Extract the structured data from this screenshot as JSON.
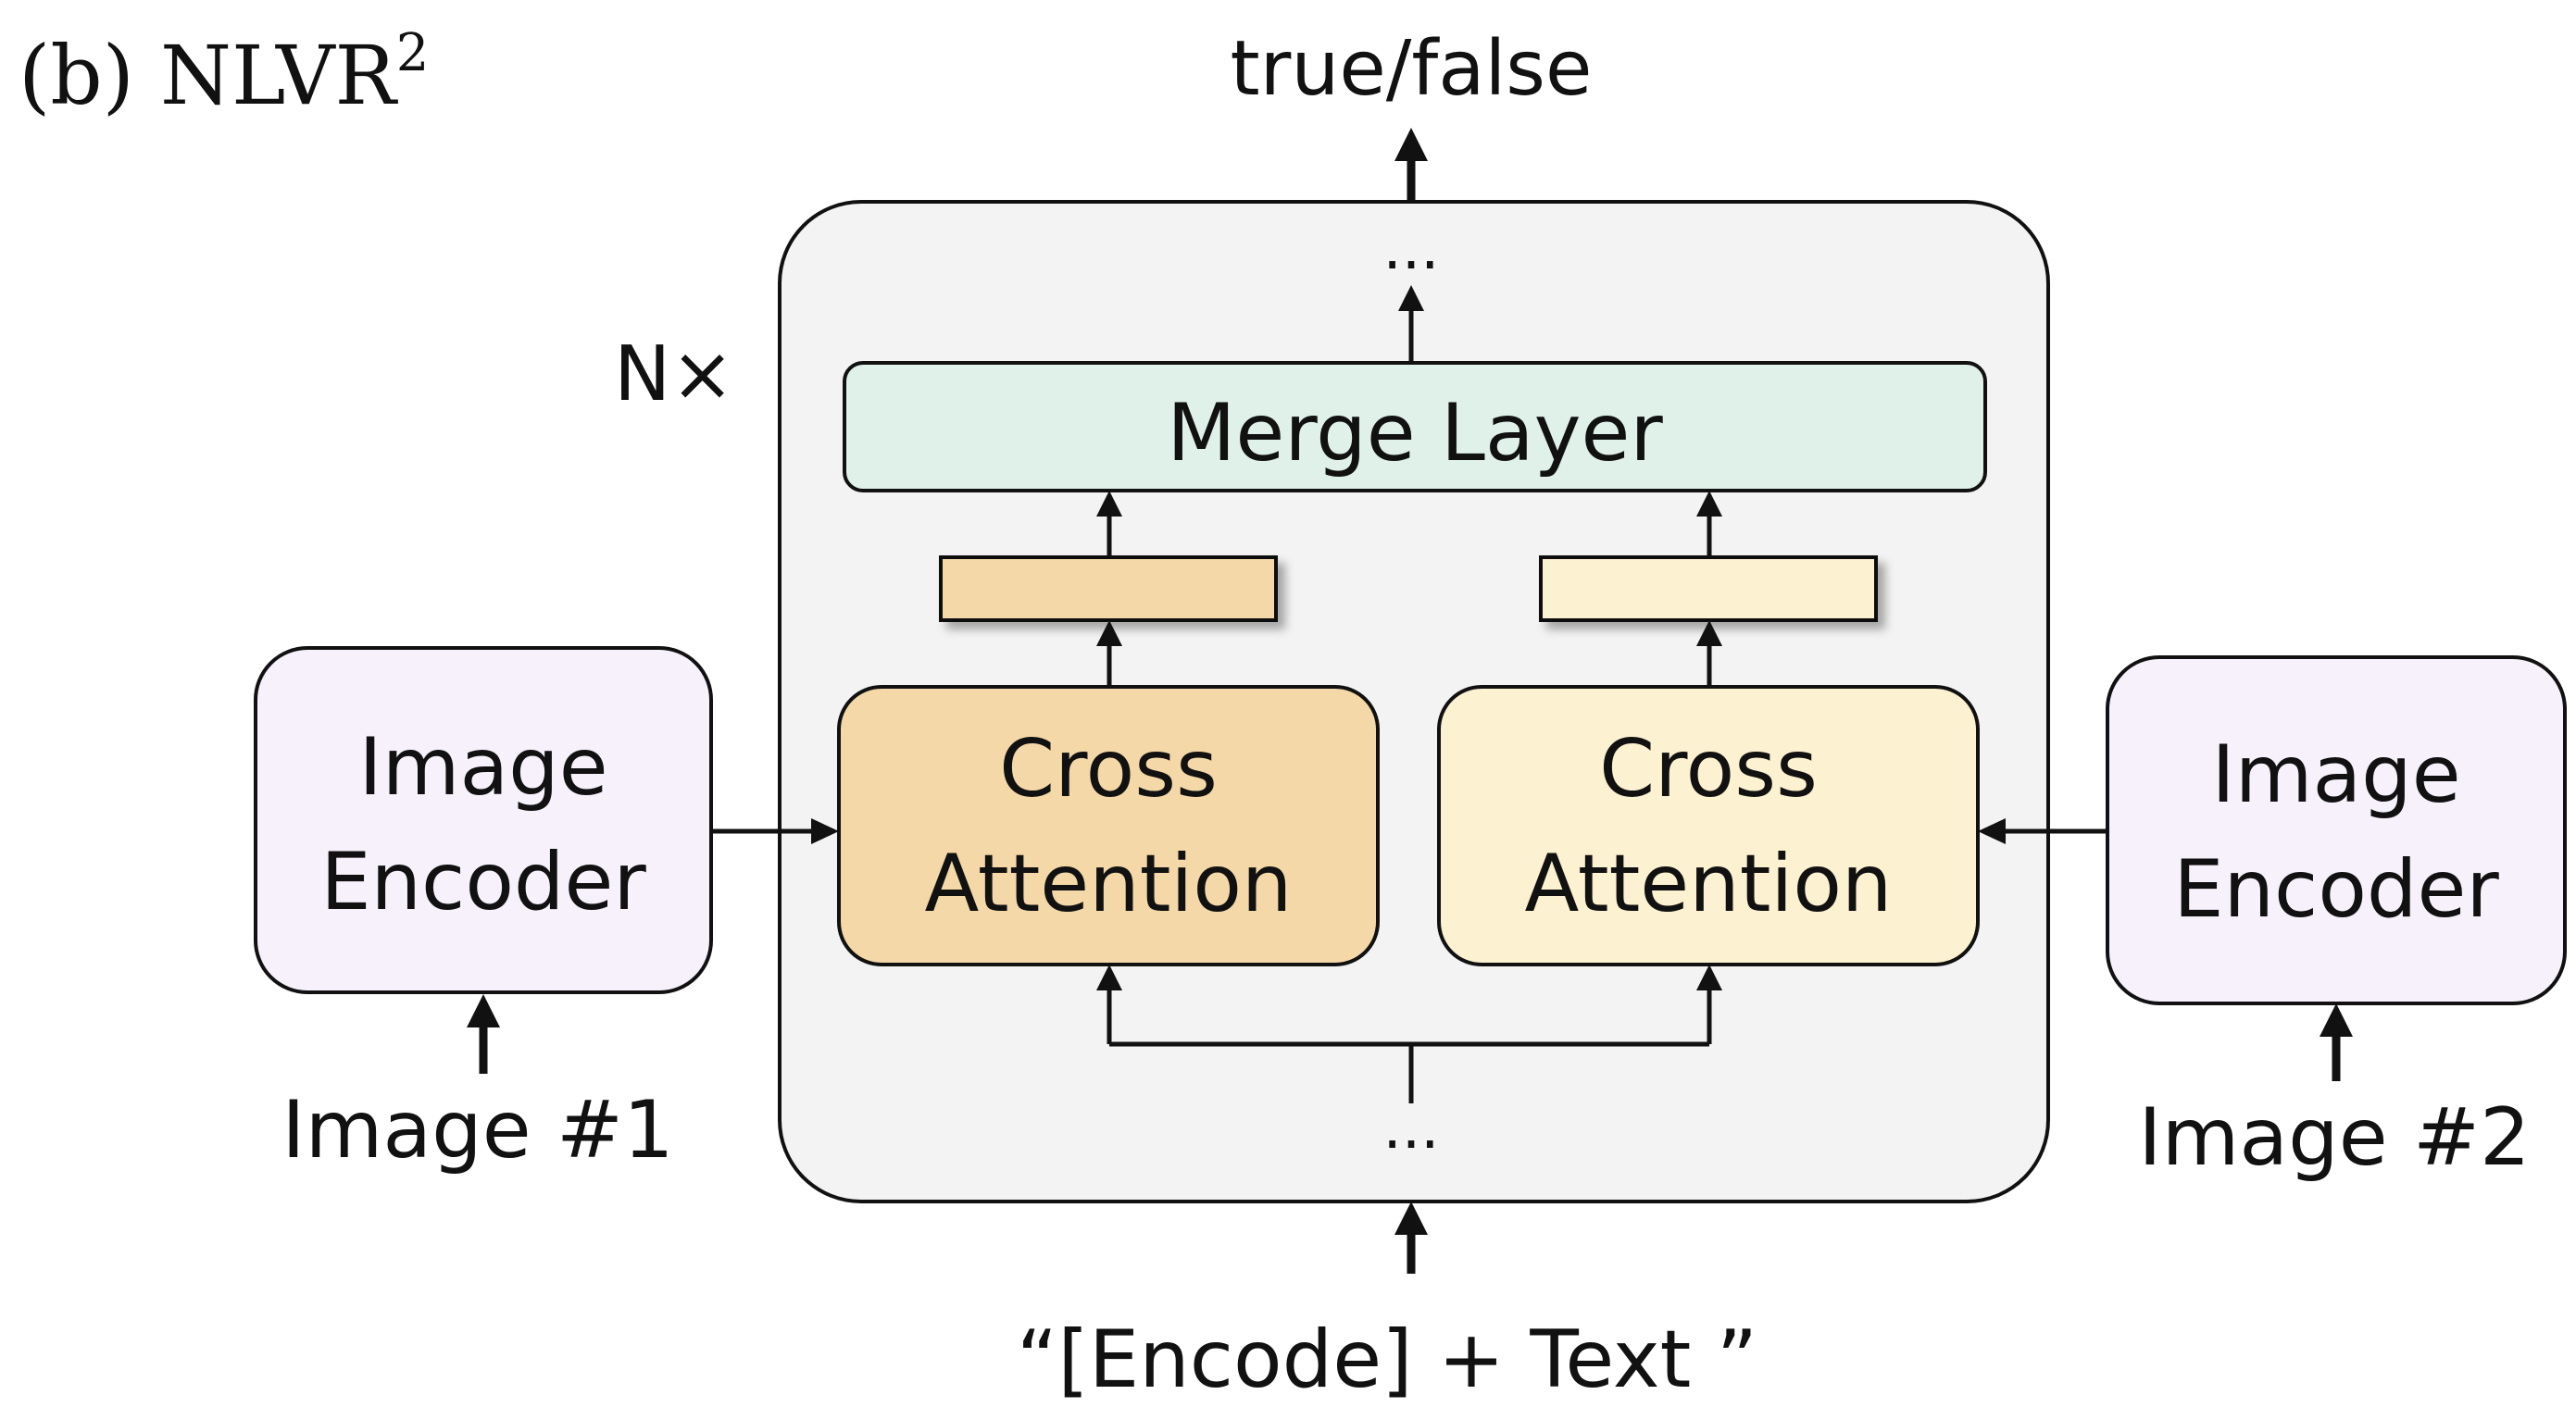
{
  "title": {
    "prefix": "(b) NLVR",
    "superscript": "2"
  },
  "output_label": "true/false",
  "repeat_label": "N×",
  "ellipsis_top": "...",
  "ellipsis_bottom": "...",
  "merge_layer": {
    "label": "Merge Layer"
  },
  "cross_attention_left": {
    "line1": "Cross",
    "line2": "Attention"
  },
  "cross_attention_right": {
    "line1": "Cross",
    "line2": "Attention"
  },
  "image_encoder_left": {
    "line1": "Image",
    "line2": "Encoder"
  },
  "image_encoder_right": {
    "line1": "Image",
    "line2": "Encoder"
  },
  "image_input_left": "Image #1",
  "image_input_right": "Image #2",
  "text_input": "“[Encode] + Text ”",
  "colors": {
    "container_fill": "#f3f3f3",
    "merge_layer_fill": "#dff1e9",
    "cross_attention_left_fill": "#f4d8a8",
    "cross_attention_right_fill": "#fcf1d0",
    "feature_left_fill": "#f4d8a8",
    "feature_right_fill": "#fcf1d0",
    "image_encoder_fill": "#f6f1fa",
    "stroke": "#111111"
  }
}
